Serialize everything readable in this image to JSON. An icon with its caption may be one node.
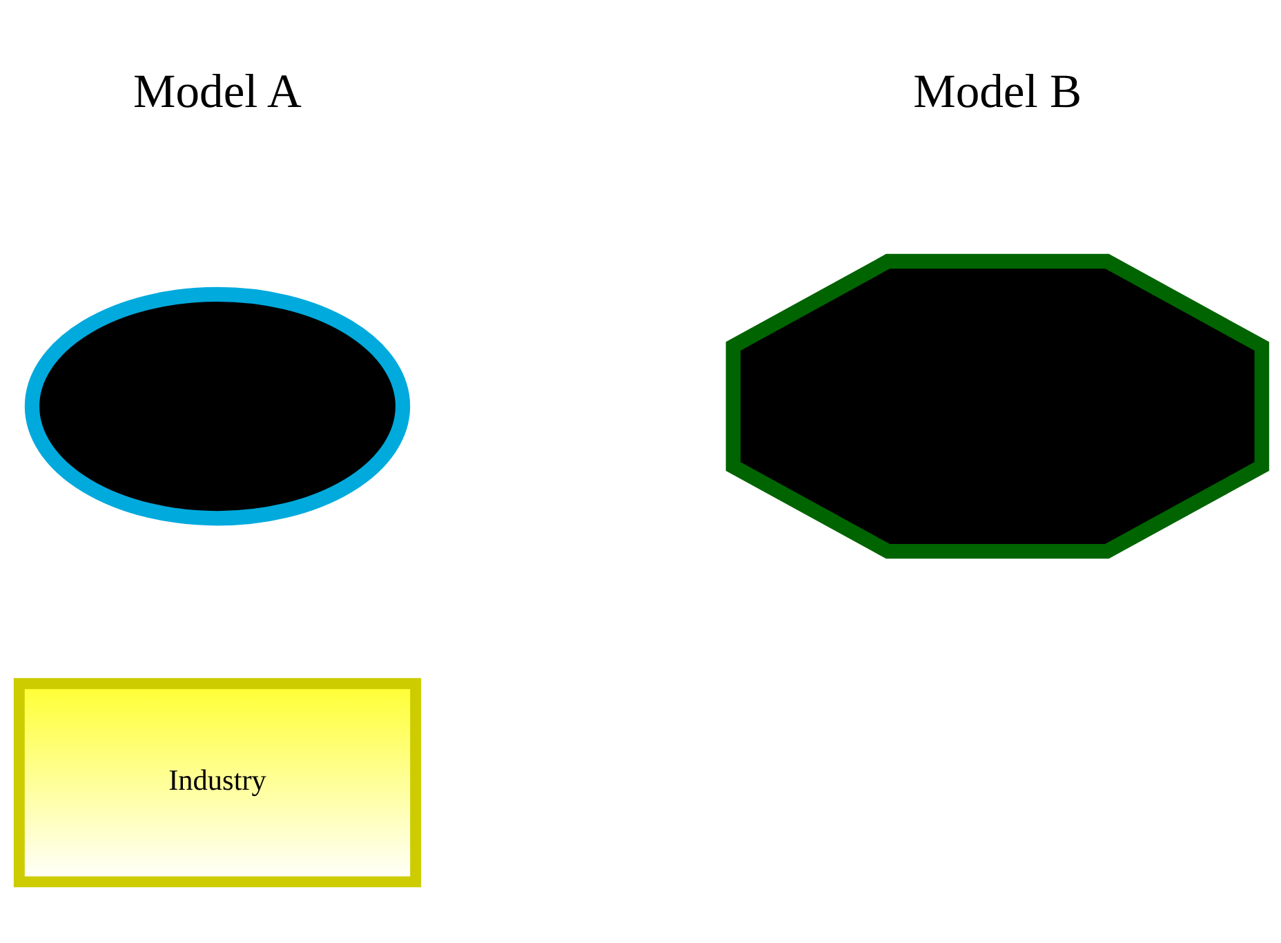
{
  "diagram": {
    "nodes": [
      {
        "text": [],
        "shape": "ellipse"
      },
      {
        "text": [],
        "shape": "octagon"
      },
      {
        "text": [
          "Industry"
        ]
      }
    ],
    "edges": [],
    "labels": [
      "Model A",
      "Model B"
    ]
  }
}
